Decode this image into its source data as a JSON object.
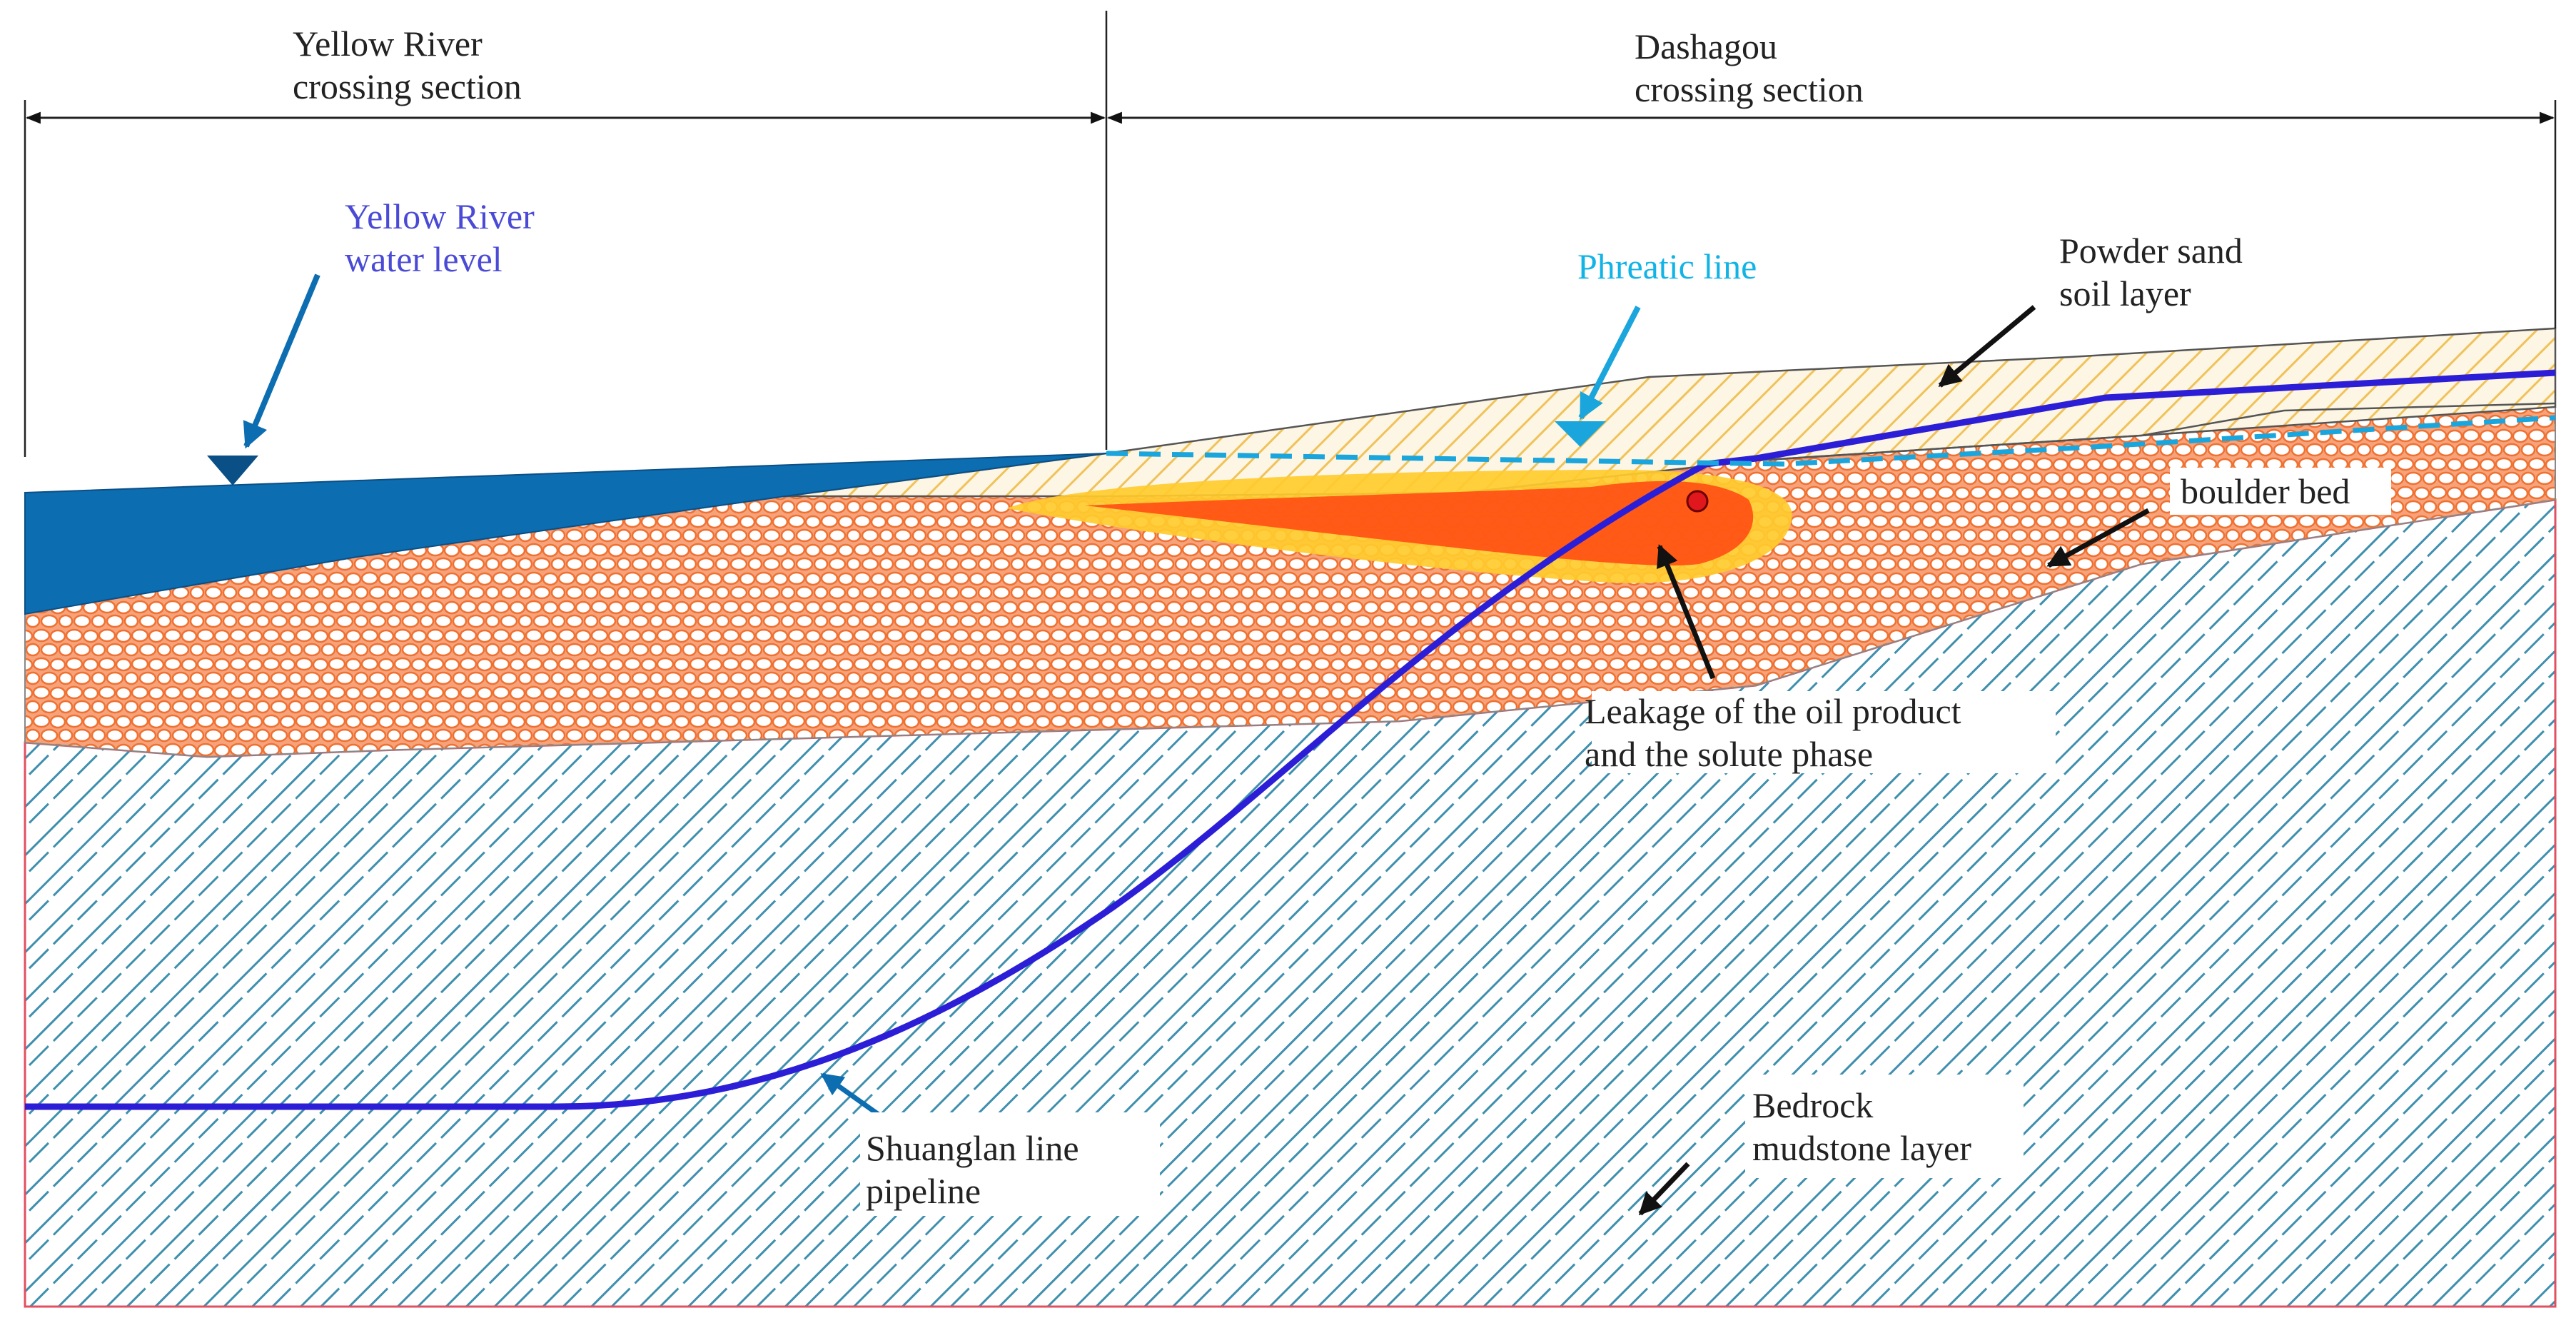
{
  "sections": {
    "yellow_river": [
      "Yellow River",
      "crossing section"
    ],
    "dashagou": [
      "Dashagou",
      "crossing section"
    ]
  },
  "labels": {
    "yellow_river_water_level": [
      "Yellow River",
      "water level"
    ],
    "phreatic_line": "Phreatic line",
    "powder_sand": [
      "Powder sand",
      "soil layer"
    ],
    "boulder_bed": "boulder bed",
    "leakage": [
      "Leakage of the oil product",
      "and the solute phase"
    ],
    "pipeline": [
      "Shuanglan line",
      "pipeline"
    ],
    "bedrock": [
      "Bedrock",
      "mudstone layer"
    ]
  },
  "colors": {
    "water": "#0c6db0",
    "pipeline": "#2c1ed6",
    "phreatic": "#1aa6dc",
    "boulder": "#f27a3a",
    "bedrock_hatch": "#3f8fae",
    "sand_hatch": "#f0c25a",
    "oil_core": "#ff4a12",
    "oil_plume": "#ffcb2e"
  }
}
